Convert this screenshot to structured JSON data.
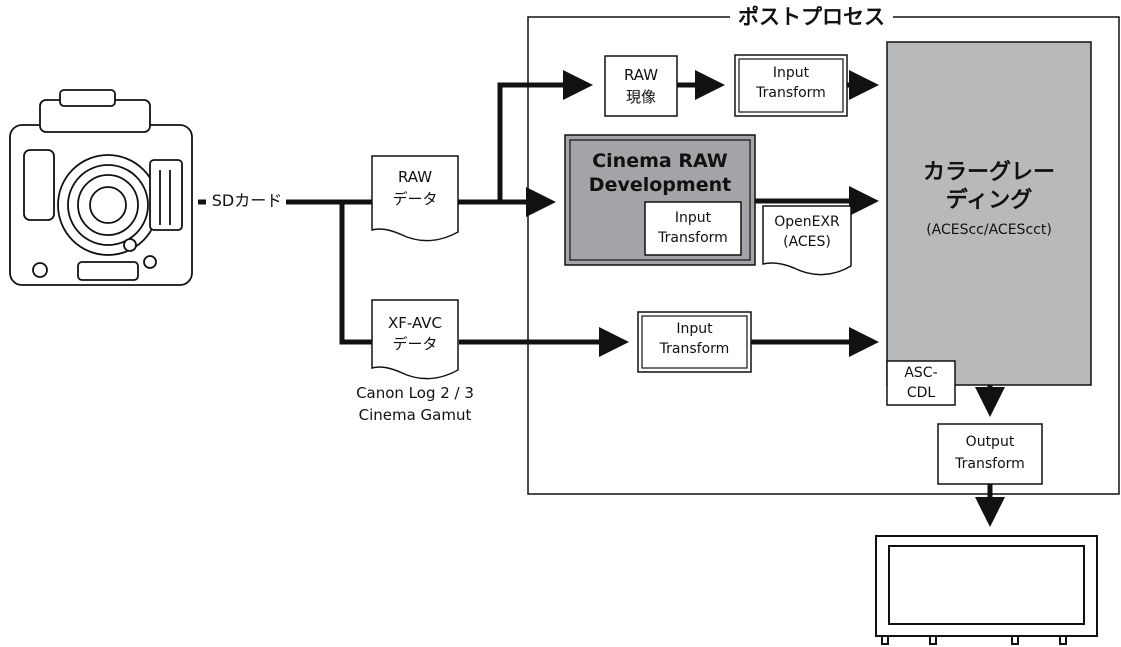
{
  "post_process": {
    "title": "ポストプロセス"
  },
  "sd_card": {
    "label": "SDカード"
  },
  "raw_data": {
    "line1": "RAW",
    "line2": "データ"
  },
  "xfavc_data": {
    "line1": "XF-AVC",
    "line2": "データ"
  },
  "xfavc_note": {
    "line1": "Canon Log 2 / 3",
    "line2": "Cinema Gamut"
  },
  "raw_develop": {
    "line1": "RAW",
    "line2": "現像"
  },
  "input_transform_top": {
    "line1": "Input",
    "line2": "Transform"
  },
  "cinema_raw": {
    "line1": "Cinema RAW",
    "line2": "Development"
  },
  "input_transform_inner": {
    "line1": "Input",
    "line2": "Transform"
  },
  "openexr": {
    "line1": "OpenEXR",
    "line2": "(ACES)"
  },
  "input_transform_bottom": {
    "line1": "Input",
    "line2": "Transform"
  },
  "grading": {
    "line1": "カラーグレー",
    "line2": "ディング",
    "line3": "(ACEScc/ACEScct)"
  },
  "asc_cdl": {
    "line1": "ASC-",
    "line2": "CDL"
  },
  "output_transform": {
    "line1": "Output",
    "line2": "Transform"
  },
  "colors": {
    "stroke": "#111111",
    "grading_fill": "#b8b9bb",
    "cinema_raw_fill": "#a3a4a7",
    "background": "#ffffff"
  },
  "icons": {
    "source": "camera-icon",
    "destination": "monitor-icon"
  }
}
